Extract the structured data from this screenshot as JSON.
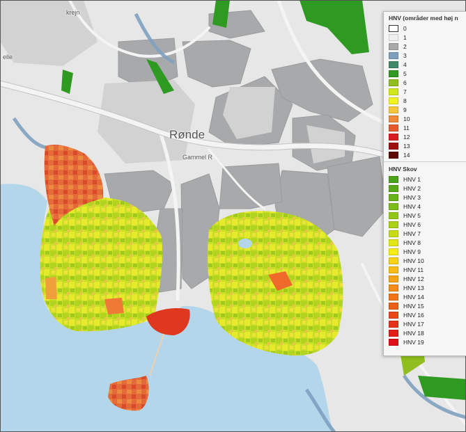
{
  "place_labels": {
    "town": "Rønde",
    "road": "Gammel R",
    "top_left": "krejn",
    "left_edge": "elle"
  },
  "legend": {
    "title": "HNV (områder med høj n",
    "hnv": [
      {
        "label": "0",
        "color": "#ffffff"
      },
      {
        "label": "1",
        "color": "#efefef"
      },
      {
        "label": "2",
        "color": "#a9a9a9"
      },
      {
        "label": "3",
        "color": "#7f9fbf"
      },
      {
        "label": "4",
        "color": "#3f8a6a"
      },
      {
        "label": "5",
        "color": "#2e9a22"
      },
      {
        "label": "6",
        "color": "#8fbe1e"
      },
      {
        "label": "7",
        "color": "#cfe81e"
      },
      {
        "label": "8",
        "color": "#f2f21e"
      },
      {
        "label": "9",
        "color": "#f6c63a"
      },
      {
        "label": "10",
        "color": "#ef8a3a"
      },
      {
        "label": "11",
        "color": "#e85a2a"
      },
      {
        "label": "12",
        "color": "#d81e1e"
      },
      {
        "label": "13",
        "color": "#9e1010"
      },
      {
        "label": "14",
        "color": "#5e0808"
      }
    ],
    "skov_title": "HNV Skov",
    "skov": [
      {
        "label": "HNV 1",
        "color": "#4aa317"
      },
      {
        "label": "HNV 2",
        "color": "#58ab17"
      },
      {
        "label": "HNV 3",
        "color": "#66b317"
      },
      {
        "label": "HNV 4",
        "color": "#7bbd17"
      },
      {
        "label": "HNV 5",
        "color": "#93c717"
      },
      {
        "label": "HNV 6",
        "color": "#abd117"
      },
      {
        "label": "HNV 7",
        "color": "#c6dc17"
      },
      {
        "label": "HNV 8",
        "color": "#e2e617"
      },
      {
        "label": "HNV 9",
        "color": "#f6ec17"
      },
      {
        "label": "HNV 10",
        "color": "#f9d217"
      },
      {
        "label": "HNV 11",
        "color": "#f8bb17"
      },
      {
        "label": "HNV 12",
        "color": "#f7a317"
      },
      {
        "label": "HNV 13",
        "color": "#f48c17"
      },
      {
        "label": "HNV 14",
        "color": "#f17517"
      },
      {
        "label": "HNV 15",
        "color": "#ed5e17"
      },
      {
        "label": "HNV 16",
        "color": "#e94717"
      },
      {
        "label": "HNV 17",
        "color": "#e53317"
      },
      {
        "label": "HNV 18",
        "color": "#e11f17"
      },
      {
        "label": "HNV 19",
        "color": "#dd1017"
      }
    ]
  }
}
